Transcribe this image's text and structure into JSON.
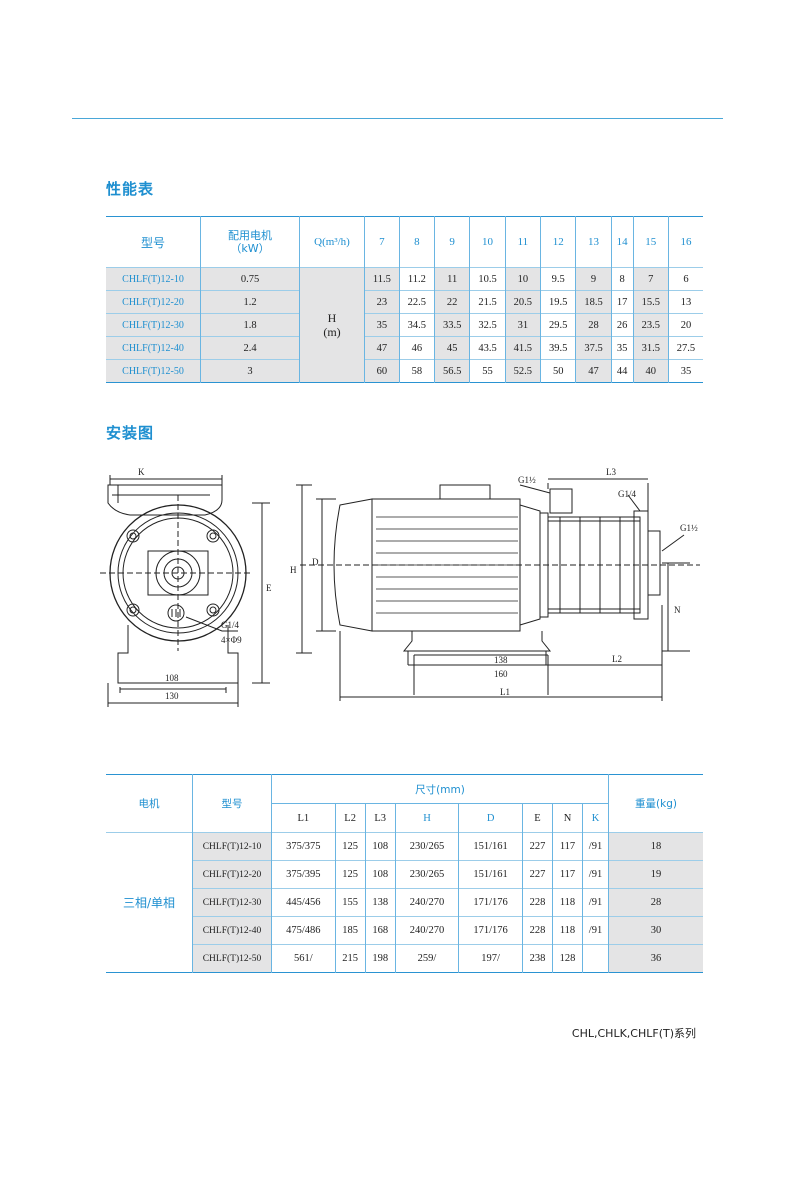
{
  "sections": {
    "performance_title": "性能表",
    "installation_title": "安装图"
  },
  "performance_table": {
    "header_model": "型号",
    "header_motor": "配用电机",
    "header_motor_unit": "（kW）",
    "header_q": "Q(m³/h)",
    "flows": [
      "7",
      "8",
      "9",
      "10",
      "11",
      "12",
      "13",
      "14",
      "15",
      "16"
    ],
    "h_label": "H",
    "h_unit": "(m)",
    "rows": [
      {
        "model": "CHLF(T)12-10",
        "power": "0.75",
        "heads": [
          "11.5",
          "11.2",
          "11",
          "10.5",
          "10",
          "9.5",
          "9",
          "8",
          "7",
          "6"
        ]
      },
      {
        "model": "CHLF(T)12-20",
        "power": "1.2",
        "heads": [
          "23",
          "22.5",
          "22",
          "21.5",
          "20.5",
          "19.5",
          "18.5",
          "17",
          "15.5",
          "13"
        ]
      },
      {
        "model": "CHLF(T)12-30",
        "power": "1.8",
        "heads": [
          "35",
          "34.5",
          "33.5",
          "32.5",
          "31",
          "29.5",
          "28",
          "26",
          "23.5",
          "20"
        ]
      },
      {
        "model": "CHLF(T)12-40",
        "power": "2.4",
        "heads": [
          "47",
          "46",
          "45",
          "43.5",
          "41.5",
          "39.5",
          "37.5",
          "35",
          "31.5",
          "27.5"
        ]
      },
      {
        "model": "CHLF(T)12-50",
        "power": "3",
        "heads": [
          "60",
          "58",
          "56.5",
          "55",
          "52.5",
          "50",
          "47",
          "44",
          "40",
          "35"
        ]
      }
    ]
  },
  "drawing_labels": {
    "k": "K",
    "e": "E",
    "g14": "G1/4",
    "holes": "4×Φ9",
    "w108": "108",
    "w130": "130",
    "h": "H",
    "d": "D",
    "g112_top": "G1½",
    "l3": "L3",
    "g14_right": "G1/4",
    "g112_right": "G1½",
    "n": "N",
    "w138": "138",
    "w160": "160",
    "l1": "L1",
    "l2": "L2"
  },
  "dimension_table": {
    "header_motor": "电机",
    "header_model": "型号",
    "header_size": "尺寸(mm)",
    "header_weight": "重量(kg)",
    "sub_headers": [
      "L1",
      "L2",
      "L3",
      "H",
      "D",
      "E",
      "N",
      "K"
    ],
    "phase": "三相/单相",
    "rows": [
      {
        "model": "CHLF(T)12-10",
        "L1": "375/375",
        "L2": "125",
        "L3": "108",
        "H": "230/265",
        "D": "151/161",
        "E": "227",
        "N": "117",
        "K": "/91",
        "weight": "18"
      },
      {
        "model": "CHLF(T)12-20",
        "L1": "375/395",
        "L2": "125",
        "L3": "108",
        "H": "230/265",
        "D": "151/161",
        "E": "227",
        "N": "117",
        "K": "/91",
        "weight": "19"
      },
      {
        "model": "CHLF(T)12-30",
        "L1": "445/456",
        "L2": "155",
        "L3": "138",
        "H": "240/270",
        "D": "171/176",
        "E": "228",
        "N": "118",
        "K": "/91",
        "weight": "28"
      },
      {
        "model": "CHLF(T)12-40",
        "L1": "475/486",
        "L2": "185",
        "L3": "168",
        "H": "240/270",
        "D": "171/176",
        "E": "228",
        "N": "118",
        "K": "/91",
        "weight": "30"
      },
      {
        "model": "CHLF(T)12-50",
        "L1": "561/",
        "L2": "215",
        "L3": "198",
        "H": "259/",
        "D": "197/",
        "E": "238",
        "N": "128",
        "K": "",
        "weight": "36"
      }
    ]
  },
  "footer": "CHL,CHLK,CHLF(T)系列"
}
